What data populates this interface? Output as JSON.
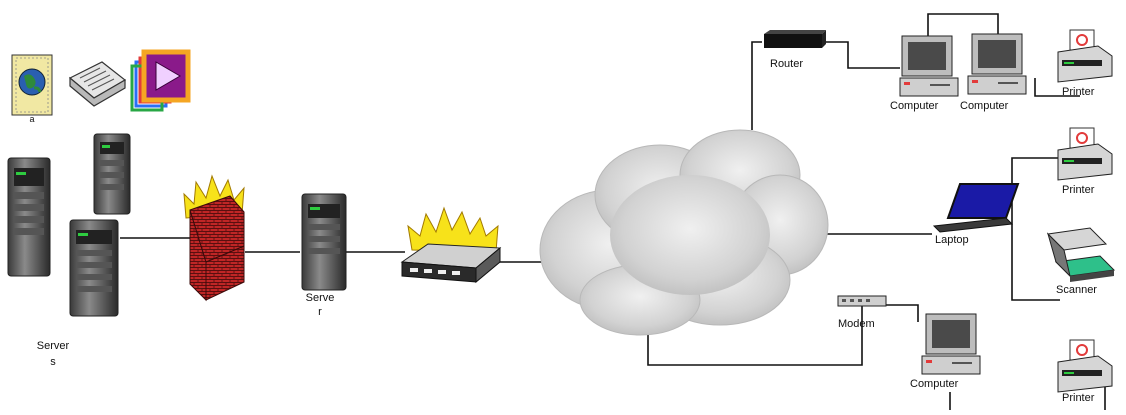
{
  "labels": {
    "router": "Router",
    "computer_1": "Computer",
    "computer_2": "Computer",
    "printer_top": "Printer",
    "printer_mid": "Printer",
    "laptop": "Laptop",
    "scanner": "Scanner",
    "modem": "Modem",
    "computer_bottom": "Computer",
    "printer_bottom": "Printer",
    "server_mid_line1": "Serve",
    "server_mid_line2": "r",
    "servers_line1": "Server",
    "servers_line2": "s",
    "doc_icon_caption": "a"
  },
  "colors": {
    "line": "#111111",
    "firewall_flame": "#f7e21a",
    "firewall_brick": "#c22a2a",
    "cloud": "#d6d6d6",
    "scanner_glass": "#2ec08a",
    "laptop_screen": "#1a1aa6",
    "media_icon_purple": "#8a1a8a",
    "media_icon_orange": "#f5a623"
  },
  "icons": [
    "document-globe-icon",
    "newspaper-icon",
    "media-player-icon"
  ]
}
